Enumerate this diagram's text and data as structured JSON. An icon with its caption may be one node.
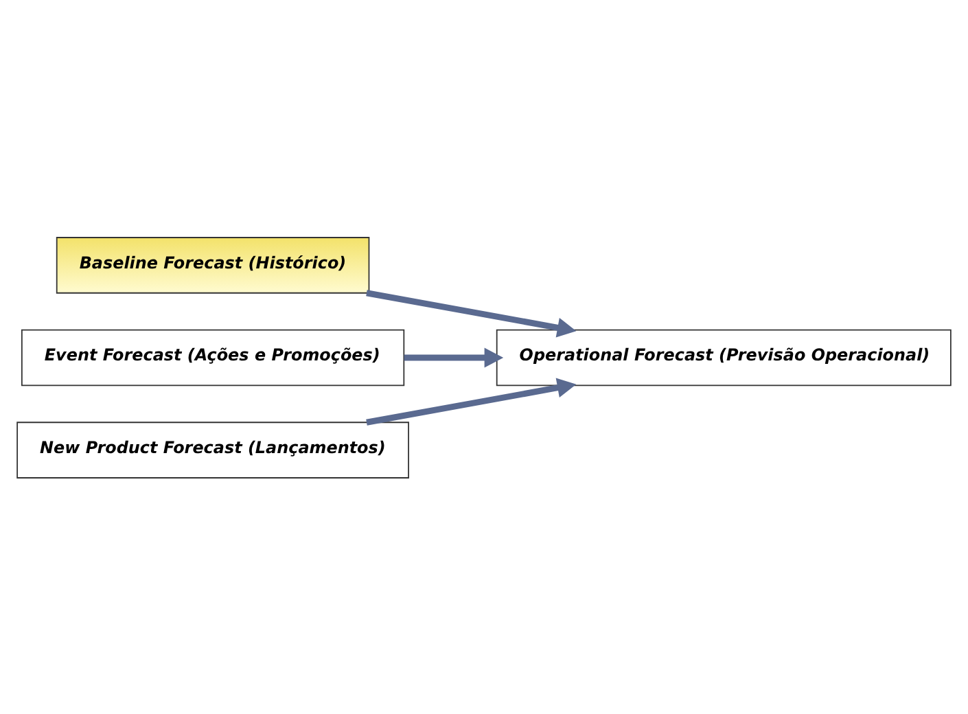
{
  "diagram": {
    "nodes": [
      {
        "text": [
          "Baseline Forecast (Histórico)"
        ]
      },
      {
        "text": [
          "Event Forecast (Ações e Promoções)"
        ]
      },
      {
        "text": [
          "New Product Forecast (Lançamentos)"
        ]
      },
      {
        "text": [
          "Operational Forecast (Previsão Operacional)"
        ]
      }
    ],
    "edges": [
      {
        "from": 0,
        "to": 3,
        "arrow": "to"
      },
      {
        "from": 1,
        "to": 3,
        "arrow": "to"
      },
      {
        "from": 2,
        "to": 3,
        "arrow": "to"
      }
    ]
  }
}
